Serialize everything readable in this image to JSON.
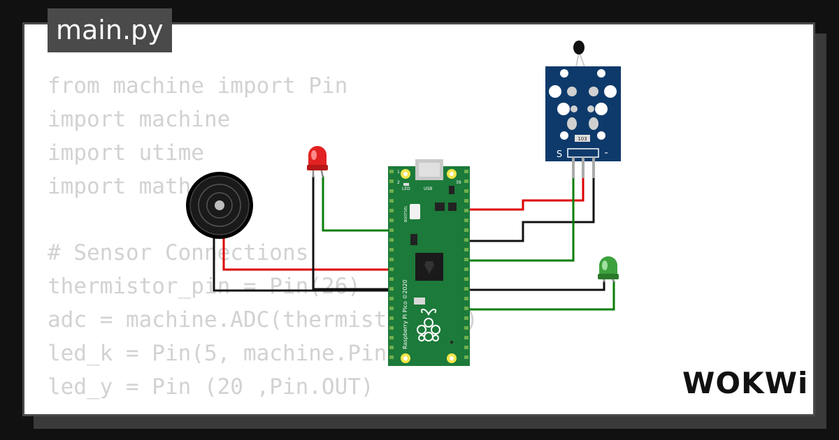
{
  "tab": {
    "filename": "main.py"
  },
  "code": {
    "lines": [
      "from machine import Pin",
      "import machine",
      "import utime",
      "import math",
      "",
      "# Sensor Connections",
      "thermistor_pin = Pin(26)",
      "adc = machine.ADC(thermistor_pin)",
      "led_k = Pin(5, machine.Pin.OUT)",
      "led_y = Pin (20 ,Pin.OUT)"
    ]
  },
  "board": {
    "name": "Raspberry Pi Pico ©2020",
    "led_label": "LED",
    "usb_label": "USB",
    "bootsel_label": "BOOTSEL",
    "pin1": "1",
    "pin2": "2",
    "pin39": "39"
  },
  "sensor": {
    "resistor_label": "103",
    "signal_pin": "S",
    "ground_pin": "-"
  },
  "brand": {
    "logo": "WOKWi"
  },
  "colors": {
    "red_wire": "#dd0000",
    "green_wire": "#0a7d0a",
    "black_wire": "#111111",
    "pcb": "#1c7a3a",
    "sensor_pcb": "#0e3a6b"
  }
}
